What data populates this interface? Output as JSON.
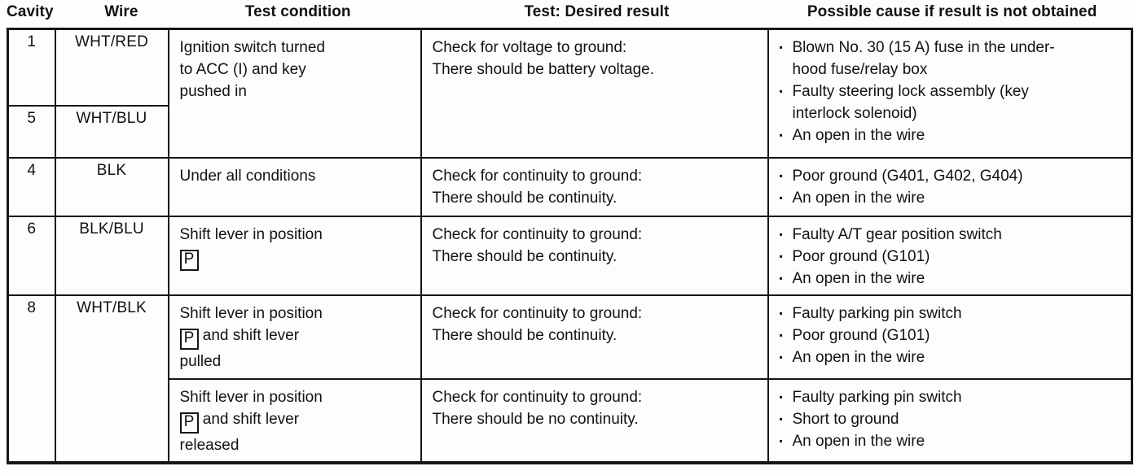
{
  "header": {
    "columns": [
      "Cavity",
      "Wire",
      "Test condition",
      "Test: Desired result",
      "Possible cause if result is not obtained"
    ]
  },
  "rows": [
    {
      "cavity": "1",
      "wire": "WHT/RED",
      "condition": {
        "l1": "Ignition switch turned",
        "l2": "to ACC (I) and key",
        "l3": "pushed in"
      },
      "test": {
        "l1": "Check for voltage to ground:",
        "l2": "There should be battery voltage."
      },
      "causes": [
        "Blown No. 30 (15 A) fuse in the under-hood fuse/relay box",
        "Faulty steering lock assembly (key interlock solenoid)",
        "An open in the wire"
      ]
    },
    {
      "cavity": "5",
      "wire": "WHT/BLU"
    },
    {
      "cavity": "4",
      "wire": "BLK",
      "condition": {
        "l1": "Under all conditions"
      },
      "test": {
        "l1": "Check for continuity to ground:",
        "l2": "There should be continuity."
      },
      "causes": [
        "Poor ground (G401, G402, G404)",
        "An open in the wire"
      ]
    },
    {
      "cavity": "6",
      "wire": "BLK/BLU",
      "condition": {
        "l1": "Shift lever in position",
        "box": "P"
      },
      "test": {
        "l1": "Check for continuity to ground:",
        "l2": "There should be continuity."
      },
      "causes": [
        "Faulty A/T gear position switch",
        "Poor ground (G101)",
        "An open in the wire"
      ]
    },
    {
      "cavity": "8",
      "wire": "WHT/BLK",
      "condition": {
        "l1": "Shift lever in position",
        "box": "P",
        "l2": "and shift lever",
        "l3": "pulled"
      },
      "test": {
        "l1": "Check for continuity to ground:",
        "l2": "There should be continuity."
      },
      "causes": [
        "Faulty parking pin switch",
        "Poor ground (G101)",
        "An open in the wire"
      ]
    },
    {
      "condition": {
        "l1": "Shift lever in position",
        "box": "P",
        "l2": "and shift lever",
        "l3": "released"
      },
      "test": {
        "l1": "Check for continuity to ground:",
        "l2": "There should be no continuity."
      },
      "causes": [
        "Faulty parking pin switch",
        "Short to ground",
        "An open in the wire"
      ]
    }
  ]
}
